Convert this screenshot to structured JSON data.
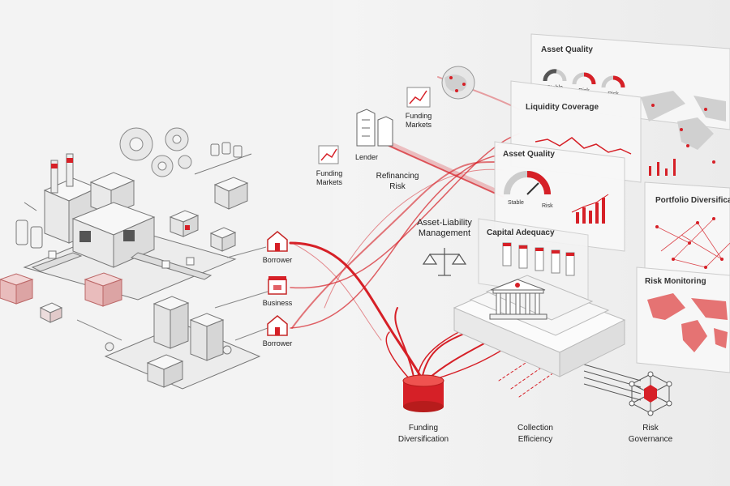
{
  "labels": {
    "borrower_top": "Borrower",
    "business": "Business",
    "borrower_bottom": "Borrower",
    "lender": "Lender",
    "funding_markets_left": [
      "Funding",
      "Markets"
    ],
    "funding_markets_top": [
      "Funding",
      "Markets"
    ],
    "refinancing_risk": [
      "Refinancing",
      "Risk"
    ],
    "alm": [
      "Asset-Liability",
      "Management"
    ],
    "funding_diversification": [
      "Funding",
      "Diversification"
    ],
    "collection_efficiency": [
      "Collection",
      "Efficiency"
    ],
    "risk_governance": [
      "Risk",
      "Governance"
    ]
  },
  "panels": {
    "asset_quality_top": {
      "title": "Asset Quality",
      "gauges": [
        "Stable",
        "Risk",
        "Risk"
      ]
    },
    "liquidity_coverage": {
      "title": "Liquidity Coverage"
    },
    "asset_quality_mid": {
      "title": "Asset Quality",
      "gauge_left": "Stable",
      "gauge_right": "Risk"
    },
    "capital_adequacy": {
      "title": "Capital Adequacy"
    },
    "portfolio_diversification": {
      "title": "Portfolio Diversification"
    },
    "risk_monitoring": {
      "title": "Risk Monitoring"
    }
  },
  "colors": {
    "accent": "#d62027",
    "line": "#555555",
    "panel": "#f7f7f7"
  },
  "icons": [
    "gear-icon",
    "factory-icon",
    "house-icon",
    "store-icon",
    "bank-icon",
    "globe-icon",
    "scales-icon",
    "network-icon"
  ]
}
